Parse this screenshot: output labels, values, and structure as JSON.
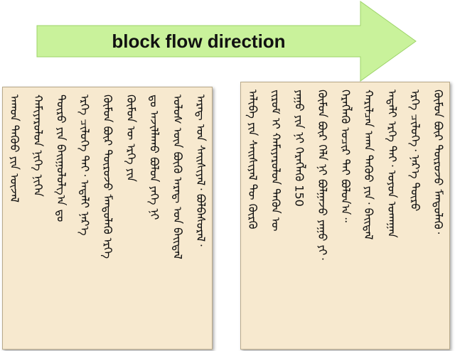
{
  "arrow": {
    "label": "block flow direction",
    "fill": "#c9f29b",
    "stroke": "#9ed46a"
  },
  "pages": {
    "left": {
      "lines": [
        "ᠠᠷᠠᠳ᠋ ᠤᠨ ᠰᠠᠢᠰᠢᠶᠠᠯ᠂ ᠪᠣᠯᠪᠠᠰᠤᠷᠠᠯ᠂",
        "ᠤᠯᠤᠰ ᠦᠨ ᠪᠦᠬᠦ ᠠᠷᠠᠳ᠋ ᠤᠨ ᠪᠠᠢᠳᠠᠯ",
        "ᠳᠤ ᠠᠵᠢᠯᠯᠠᠬᠤ ᠪᠣᠯᠤᠨ ᠶᠡᠬᠡ ᠨᠢ",
        "ᠬᠦᠮᠦᠨ ᠦ ᠡᠷᠬᠡ ᠶᠢᠨ",
        "ᠬᠦᠮᠦᠨ ᠪᠦᠷ ᠲᠥᠷᠥᠵᠦ ᠮᠡᠨᠳᠦᠯᠡᠬᠦ ᠡᠷᠬᠡ",
        "ᠡᠷᠬᠡ ᠴᠢᠯᠦᠭᠡ ᠲᠡᠢ᠂ ᠠᠳᠠᠯᠢ ᠨᠡᠷ᠎ᠡ",
        "ᠲᠥᠷᠥ ᠶᠢᠨ ᠪᠠᠢᠭᠤᠯᠤᠯᠭ᠎ᠠ ᠳᠤ",
        "ᠬᠠᠮᠢᠶᠠᠷᠤᠯᠤᠨ ᠨᠢᠭᠡ ᠨᠢᠭᠡᠨ",
        "ᠠᠬᠤᠨ ᠳᠡᠭᠦᠦ ᠶᠢᠨ ᠦᠵᠡᠯ"
      ]
    },
    "right": {
      "lines": [
        "ᠬᠦᠮᠦᠨ ᠪᠦᠷ ᠲᠥᠷᠥᠵᠦ ᠮᠡᠨᠳᠦᠯᠡᠬᠦ᠂",
        "ᠡᠷᠬᠡ ᠴᠢᠯᠦᠭᠡ᠂ ᠨᠡᠷ᠎ᠡ ᠲᠥᠷᠥ",
        "ᠠᠳᠠᠯᠢ ᠡᠷᠬᠡ ᠲᠡᠢ᠂ ᠣᠶᠤᠨ ᠤᠬᠠᠭᠠᠨ",
        "ᠬᠠᠷᠢᠯᠴᠠᠨ ᠠᠬᠠ ᠳᠡᠭᠦᠦ ᠶᠢᠨ᠂ ᠪᠠᠢᠳᠠᠯ",
        "ᠬᠡᠷᠡᠭᠯᠡᠬᠦ ᠤᠴᠢᠷ ᠲᠠᠢ ᠪᠣᠯᠤᠨ᠎ᠠ᠃",
        "ᠬᠦᠮᠦᠨ ᠪᠦᠷ ᠬᠡᠯᠡ ᠨᠢ ᠪᠣᠯᠭᠠᠵᠤ ᠶᠠᠭᠤ ᠶᠢ᠂",
        "ᠶᠠᠭᠤ ᠶᠢᠨ ᠨᠢ ᠬᠡᠷᠡᠭᠯᠡᠬᠦ 150",
        "ᠵᠢᠷᠤᠮ ᠢ ᠬᠠᠮᠢᠶᠠᠷᠤᠯᠤᠨ ᠲᠡᠭᠦᠨ ᠦ",
        "ᠠᠯᠢᠪᠠ ᠶᠢᠨ ᠰᠠᠢᠰᠢᠶᠠᠯ ᠲᠦ ᠬᠦᠷᠬᠦ"
      ]
    }
  }
}
